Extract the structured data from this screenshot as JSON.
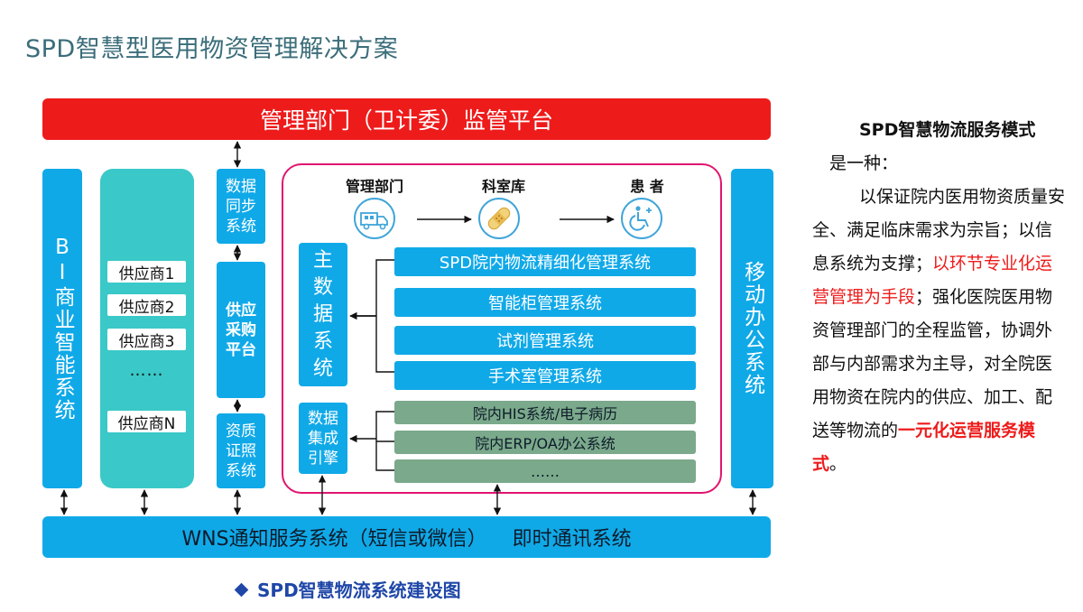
{
  "title": "SPD智慧型医用物资管理解决方案",
  "top_bar": "管理部门（卫计委）监管平台",
  "bottom_bar": {
    "wns": "WNS通知服务系统（短信或微信）",
    "im": "即时通讯系统"
  },
  "bi_column": "BI商业智能系统",
  "mobile_column": "移动办公系统",
  "suppliers": [
    "供应商1",
    "供应商2",
    "供应商3",
    "……",
    "供应商N"
  ],
  "data_sync": [
    "数据",
    "同步",
    "系统"
  ],
  "procurement": [
    "供应",
    "采购",
    "平台"
  ],
  "qualification": [
    "资质",
    "证照",
    "系统"
  ],
  "flow": {
    "nodes": [
      {
        "label": "管理部门",
        "icon": "delivery-truck-icon"
      },
      {
        "label": "科室库",
        "icon": "bandage-icon"
      },
      {
        "label": "患 者",
        "icon": "wheelchair-patient-icon"
      }
    ]
  },
  "main_data": [
    "主",
    "数",
    "据",
    "系",
    "统"
  ],
  "integration": [
    "数据",
    "集成",
    "引擎"
  ],
  "systems": [
    "SPD院内物流精细化管理系统",
    "智能柜管理系统",
    "试剂管理系统",
    "手术室管理系统"
  ],
  "integrated_systems": [
    "院内HIS系统/电子病历",
    "院内ERP/OA办公系统",
    "……"
  ],
  "caption": "SPD智慧物流系统建设图",
  "right_text": {
    "heading": "SPD智慧物流服务模式",
    "heading_suffix": "是一种：",
    "p1": "以保证院内医用物资质量安全、满足临床需求为宗旨；以信息系统为支撑；",
    "p1_red": "以环节专业化运营管理为手段",
    "p2": "；强化医院医用物资管理部门的全程监管，协调外部与内部需求为主导，对全院医用物资在院内的供应、加工、配送等物流的",
    "p2_red": "一元化运营服务模式",
    "p2_end": "。"
  },
  "colors": {
    "blue": "#10a9e8",
    "red": "#ee1b1b",
    "teal": "#3ac8c8",
    "green": "#7ba98b",
    "pink": "#e0156f",
    "caption": "#1f47a8"
  }
}
